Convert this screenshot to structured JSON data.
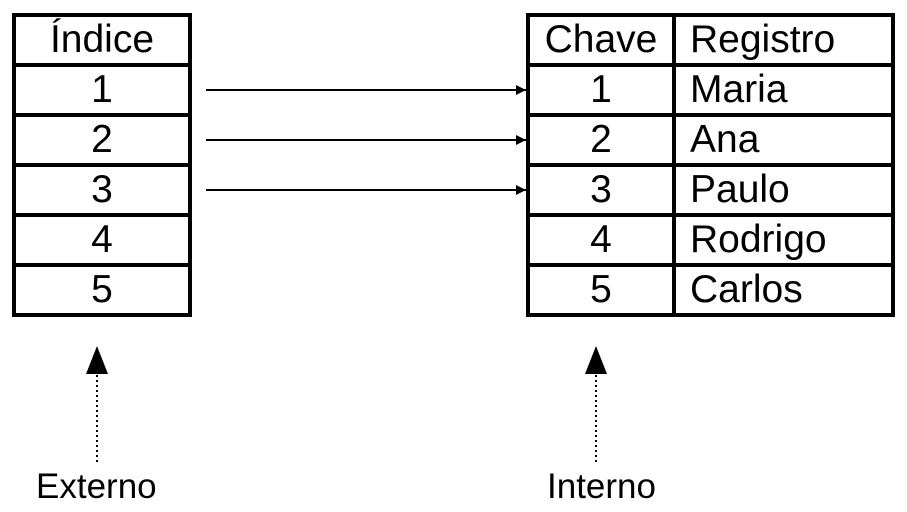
{
  "index_table": {
    "header": "Índice",
    "rows": [
      "1",
      "2",
      "3",
      "4",
      "5"
    ]
  },
  "records_table": {
    "headers": [
      "Chave",
      "Registro"
    ],
    "rows": [
      {
        "key": "1",
        "record": "Maria"
      },
      {
        "key": "2",
        "record": "Ana"
      },
      {
        "key": "3",
        "record": "Paulo"
      },
      {
        "key": "4",
        "record": "Rodrigo"
      },
      {
        "key": "5",
        "record": "Carlos"
      }
    ]
  },
  "captions": {
    "external": "Externo",
    "internal": "Interno"
  },
  "pointers": {
    "index_rows_linked": [
      "1",
      "2",
      "3"
    ]
  },
  "colors": {
    "line": "#000000",
    "background": "#ffffff"
  }
}
